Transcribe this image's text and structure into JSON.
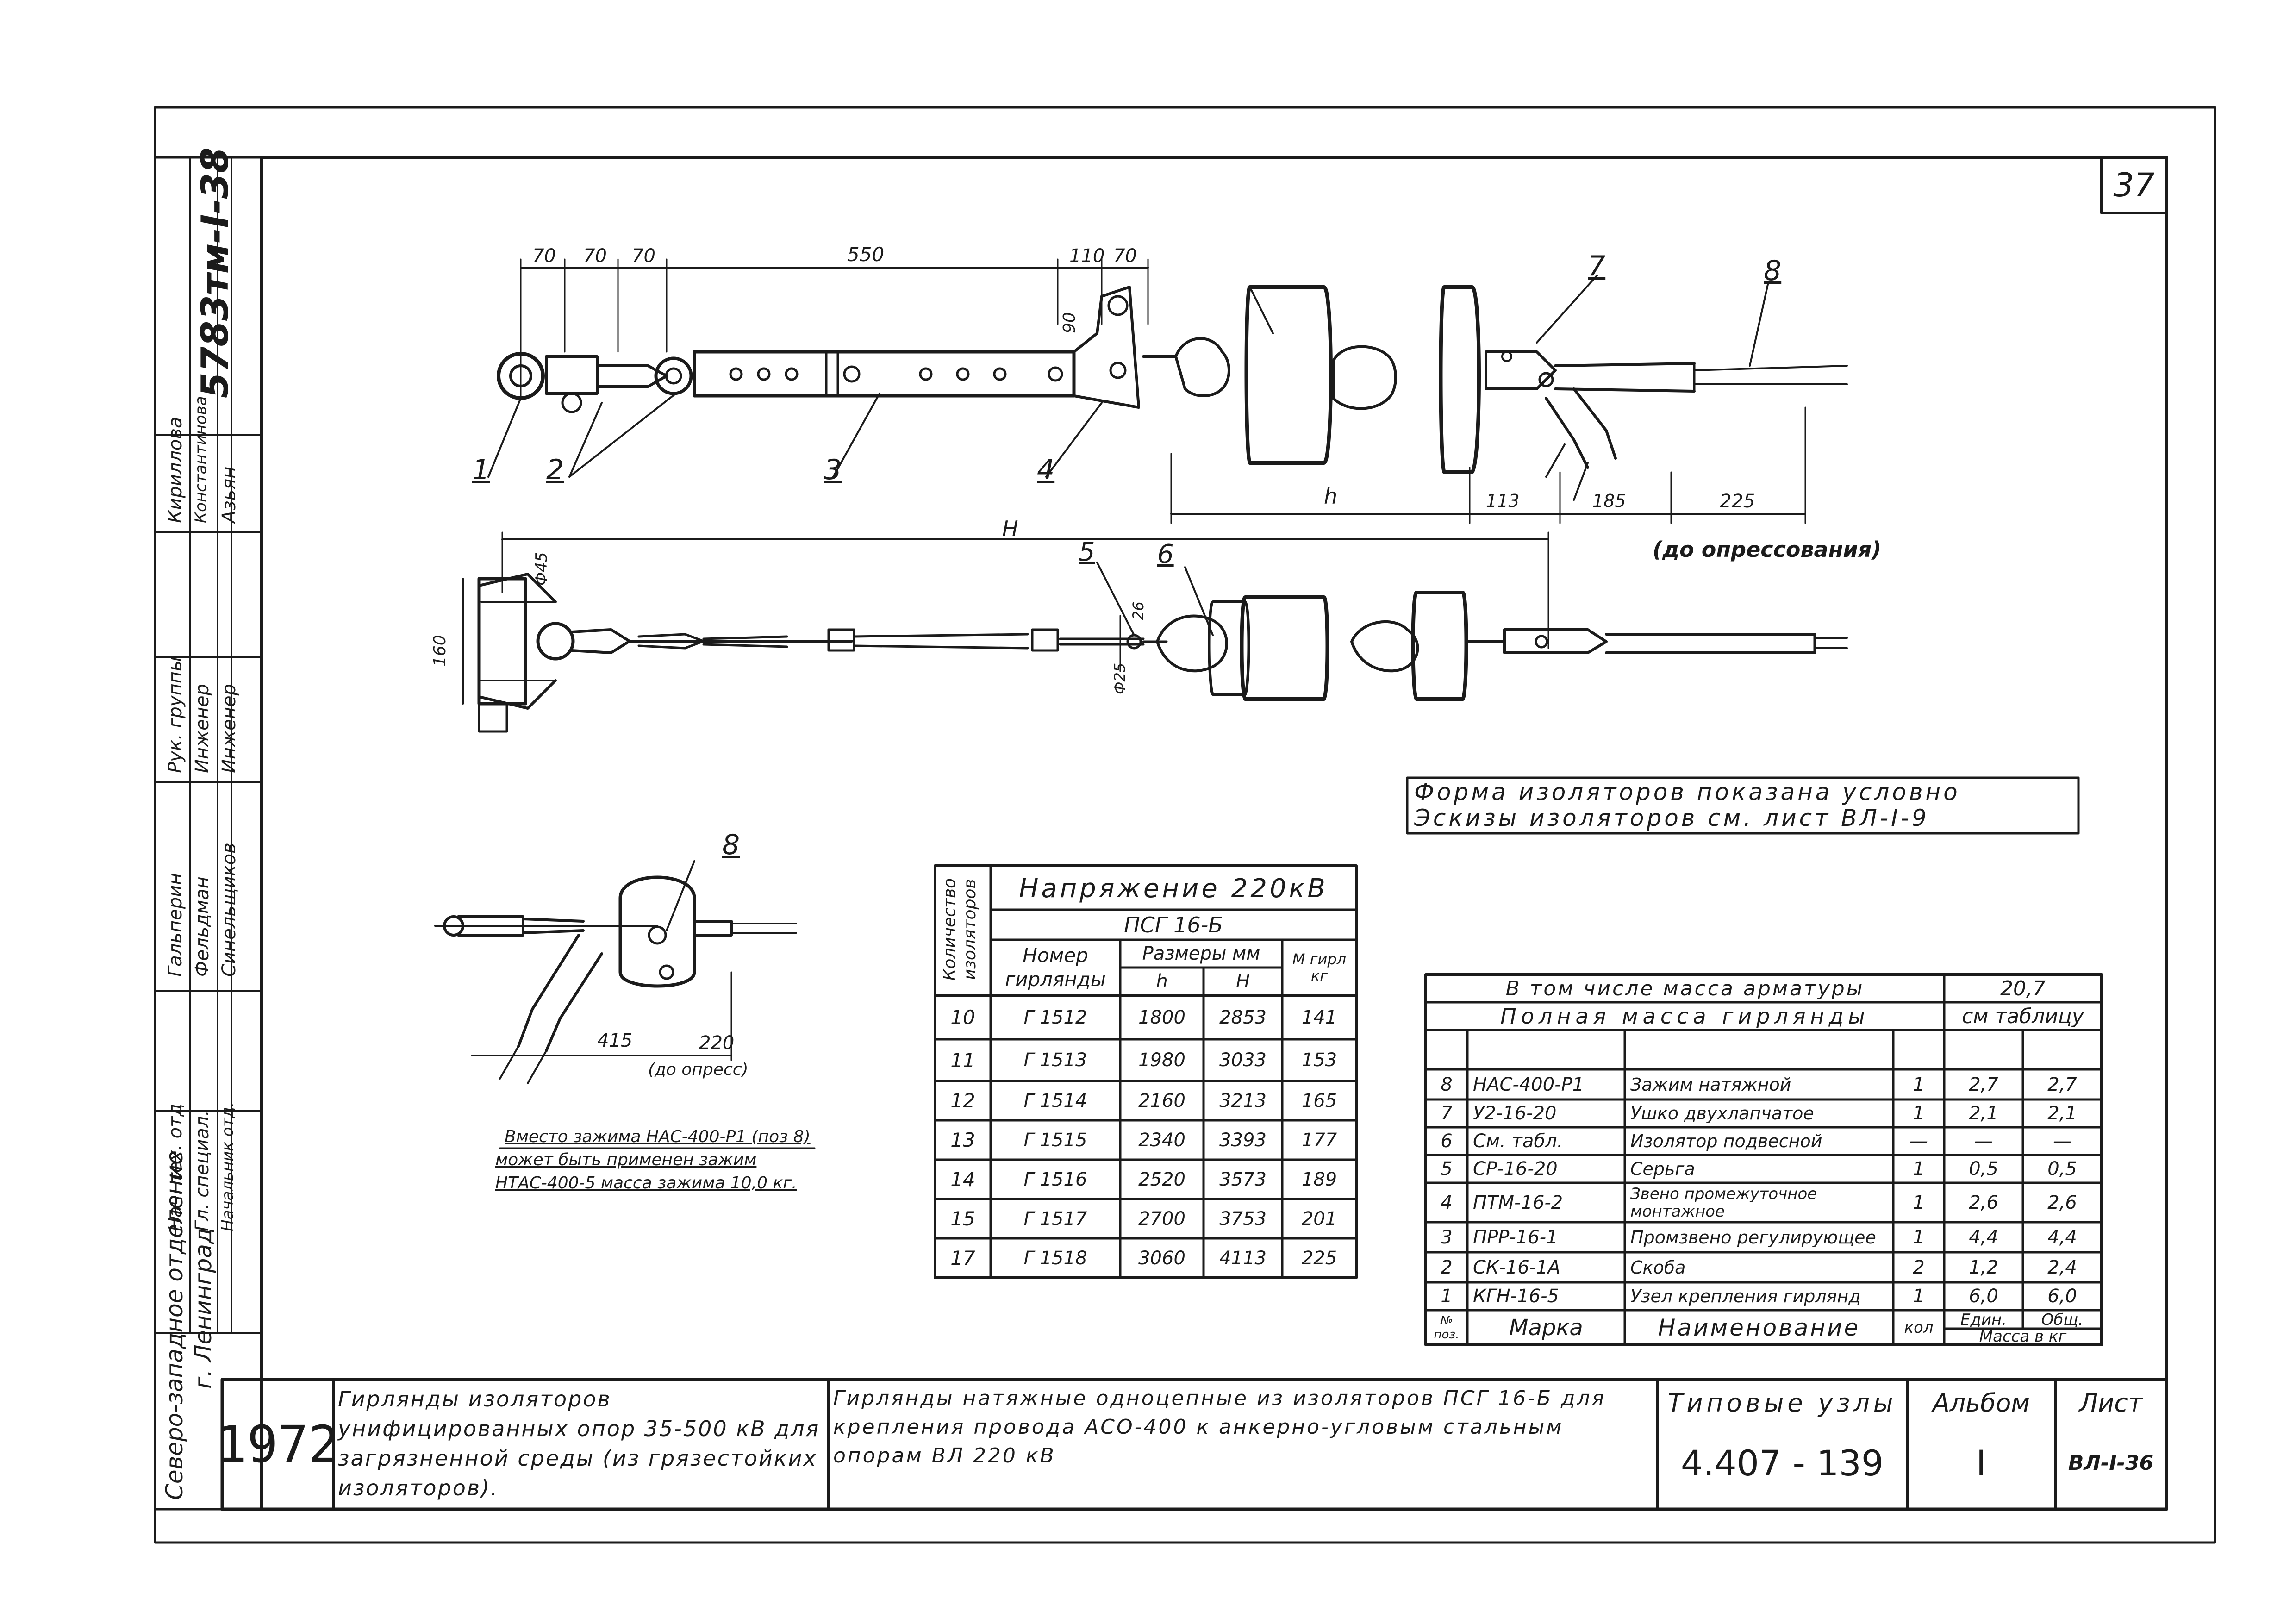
{
  "sheet": {
    "page_number": "37",
    "drawing_code": "5783тм-I-38",
    "note_shape": [
      "Форма изоляторов показана условно",
      "Эскизы изоляторов см. лист ВЛ-I-9"
    ],
    "note_replace": [
      "Вместо зажима НАС-400-Р1 (поз 8)",
      "может быть применен зажим",
      "НТАС-400-5 масса зажима 10,0 кг."
    ],
    "label_before_pressing": "(до опрессования)",
    "label_before_press_small": "(до опресс)"
  },
  "dimensions": {
    "top": [
      "70",
      "70",
      "70",
      "550",
      "110",
      "70"
    ],
    "vertical_90": "90",
    "h": "h",
    "d113": "113",
    "d185": "185",
    "d225": "225",
    "H": "H",
    "phi45": "Ф45",
    "d160": "160",
    "d26": "26",
    "phi25": "Ф25",
    "d415": "415",
    "d220": "220"
  },
  "callouts": [
    "1",
    "2",
    "3",
    "4",
    "5",
    "6",
    "7",
    "8",
    "8"
  ],
  "side_stamp": {
    "dept": "Северо-западное отделение",
    "city": "г. Ленинград",
    "roles": [
      "Нач. тех. отд",
      "Гл. специал.",
      "Начальник отд."
    ],
    "names": [
      "Гальперин",
      "Фельдман",
      "Синельщиков"
    ],
    "roles2": [
      "Рук. группы",
      "Инженер",
      "Инженер"
    ],
    "names2": [
      "Кириллова",
      "Константинова",
      "Азьян"
    ]
  },
  "voltage_table": {
    "title": "Напряжение 220кВ",
    "rotated_header": "Количество изоляторов",
    "insulator": "ПСГ 16-Б",
    "col_number": "Номер гирлянды",
    "col_dims": "Размеры мм",
    "col_h": "h",
    "col_H": "H",
    "col_mass": "М гирл кг",
    "rows": [
      [
        "10",
        "Г 1512",
        "1800",
        "2853",
        "141"
      ],
      [
        "11",
        "Г 1513",
        "1980",
        "3033",
        "153"
      ],
      [
        "12",
        "Г 1514",
        "2160",
        "3213",
        "165"
      ],
      [
        "13",
        "Г 1515",
        "2340",
        "3393",
        "177"
      ],
      [
        "14",
        "Г 1516",
        "2520",
        "3573",
        "189"
      ],
      [
        "15",
        "Г 1517",
        "2700",
        "3753",
        "201"
      ],
      [
        "17",
        "Г 1518",
        "3060",
        "4113",
        "225"
      ]
    ]
  },
  "parts_table": {
    "armature_mass_label": "В том числе масса арматуры",
    "armature_mass_value": "20,7",
    "total_mass_label": "Полная масса гирлянды",
    "total_mass_value": "см таблицу",
    "rows": [
      [
        "8",
        "НАС-400-Р1",
        "Зажим натяжной",
        "1",
        "2,7",
        "2,7"
      ],
      [
        "7",
        "У2-16-20",
        "Ушко двухлапчатое",
        "1",
        "2,1",
        "2,1"
      ],
      [
        "6",
        "См. табл.",
        "Изолятор подвесной",
        "—",
        "—",
        "—"
      ],
      [
        "5",
        "СР-16-20",
        "Серьга",
        "1",
        "0,5",
        "0,5"
      ],
      [
        "4",
        "ПТМ-16-2",
        "Звено промежуточное монтажное",
        "1",
        "2,6",
        "2,6"
      ],
      [
        "3",
        "ПРР-16-1",
        "Промзвено регулирующее",
        "1",
        "4,4",
        "4,4"
      ],
      [
        "2",
        "СК-16-1А",
        "Скоба",
        "2",
        "1,2",
        "2,4"
      ],
      [
        "1",
        "КГН-16-5",
        "Узел крепления гирлянд",
        "1",
        "6,0",
        "6,0"
      ]
    ],
    "header": {
      "pos": "№ поз.",
      "mark": "Марка",
      "name": "Наименование",
      "qty": "кол",
      "unit": "Един.",
      "total": "Общ.",
      "mass": "Масса в кг"
    }
  },
  "title_block": {
    "year": "1972",
    "series_title": "Гирлянды изоляторов унифицированных опор 35-500 кВ для загрязненной среды (из грязестойких изоляторов).",
    "sheet_title": "Гирлянды натяжные одноцепные из изоляторов ПСГ 16-Б для крепления провода АСО-400 к анкерно-угловым стальным опорам ВЛ 220 кВ",
    "typical_label": "Типовые узлы",
    "typical_code": "4.407 - 139",
    "album_label": "Альбом",
    "album_value": "I",
    "sheet_label": "Лист",
    "sheet_value": "ВЛ-I-36"
  }
}
